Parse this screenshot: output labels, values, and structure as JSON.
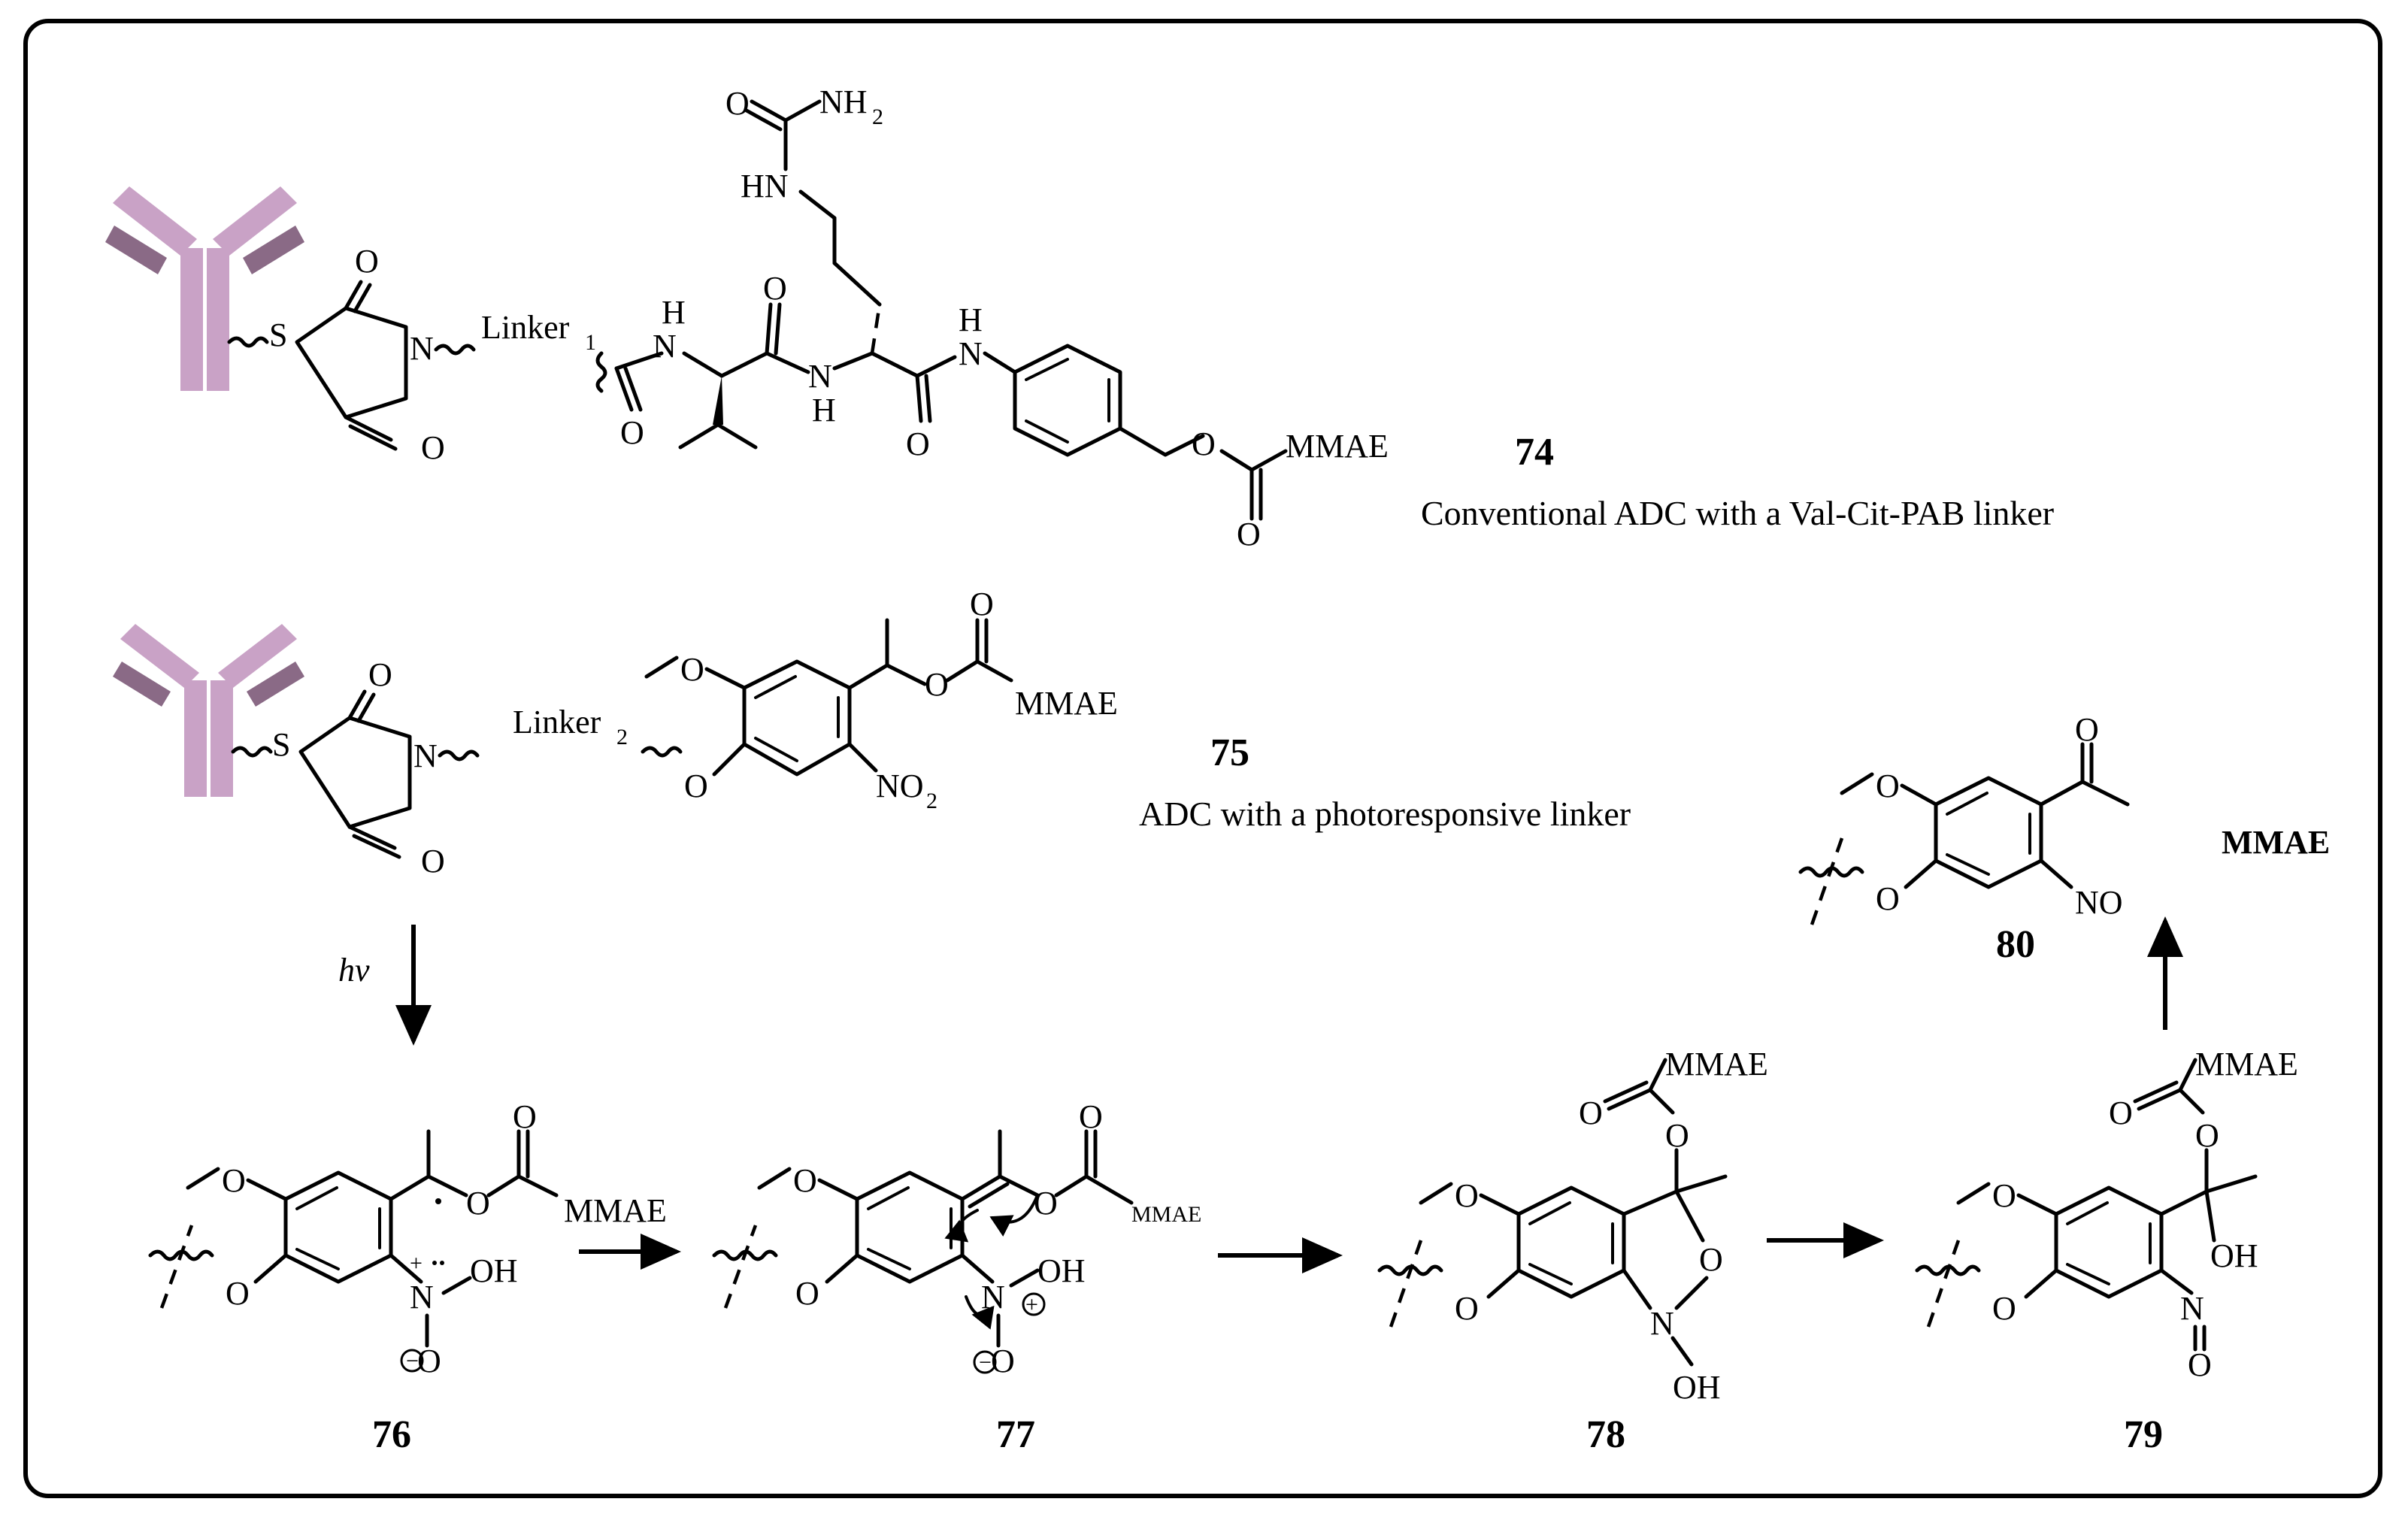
{
  "compounds": {
    "c74": {
      "number": "74",
      "caption": "Conventional ADC with a Val-Cit-PAB linker"
    },
    "c75": {
      "number": "75",
      "caption": "ADC with a photoresponsive linker"
    },
    "c76": {
      "number": "76"
    },
    "c77": {
      "number": "77"
    },
    "c78": {
      "number": "78"
    },
    "c79": {
      "number": "79"
    },
    "c80": {
      "number": "80"
    }
  },
  "labels": {
    "hv": "hv",
    "mmae": "MMAE",
    "mmae_released": "MMAE",
    "linker1": "Linker",
    "linker1_sub": "1",
    "linker2": "Linker",
    "linker2_sub": "2",
    "s": "S",
    "n": "N",
    "o": "O",
    "oh": "OH",
    "no": "NO",
    "no2": "NO",
    "no2_sub": "2",
    "hn": "HN",
    "h": "H",
    "nh2": "NH",
    "nh2_sub": "2"
  },
  "colors": {
    "antibody_light": "#c9a2c6",
    "antibody_dark": "#8a6a86",
    "frame": "#000000"
  }
}
